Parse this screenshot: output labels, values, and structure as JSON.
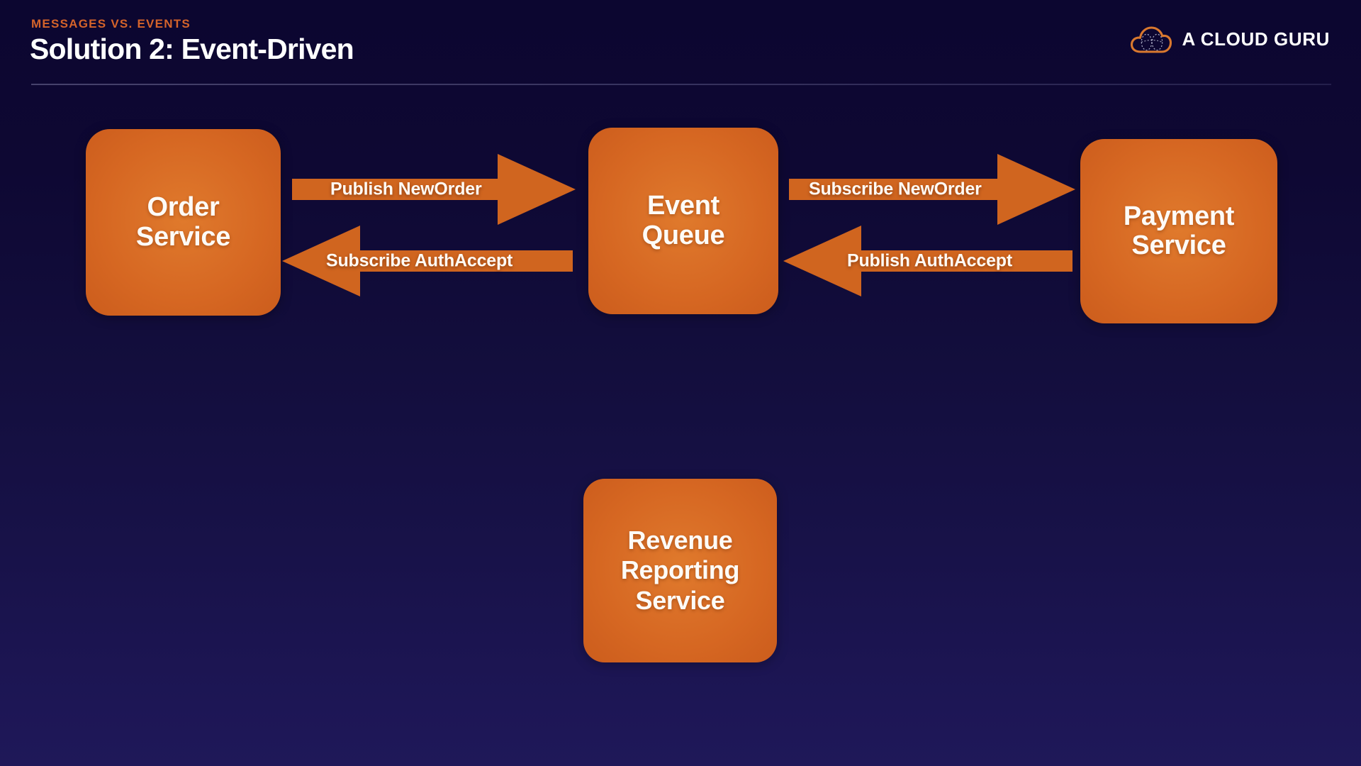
{
  "header": {
    "eyebrow": "MESSAGES VS. EVENTS",
    "title": "Solution 2: Event-Driven",
    "accent_color": "#d4632a",
    "title_color": "#ffffff",
    "rule_color": "#9694be"
  },
  "brand": {
    "name": "A CLOUD GURU",
    "icon": "cloud-icon",
    "icon_color": "#d9782e",
    "text_color": "#ffffff"
  },
  "diagram": {
    "node_fill": "#d66722",
    "node_text_color": "#fdfbf7",
    "arrow_color": "#d0651f",
    "nodes": [
      {
        "id": "order",
        "lines": [
          "Order",
          "Service"
        ]
      },
      {
        "id": "queue",
        "lines": [
          "Event",
          "Queue"
        ]
      },
      {
        "id": "payment",
        "lines": [
          "Payment",
          "Service"
        ]
      },
      {
        "id": "revenue",
        "lines": [
          "Revenue",
          "Reporting",
          "Service"
        ]
      }
    ],
    "arrows": [
      {
        "id": "publish-neworder",
        "label": "Publish NewOrder",
        "direction": "right",
        "from": "order",
        "to": "queue"
      },
      {
        "id": "subscribe-authaccept",
        "label": "Subscribe AuthAccept",
        "direction": "left",
        "from": "queue",
        "to": "order"
      },
      {
        "id": "subscribe-neworder",
        "label": "Subscribe  NewOrder",
        "direction": "right",
        "from": "queue",
        "to": "payment"
      },
      {
        "id": "publish-authaccept",
        "label": "Publish AuthAccept",
        "direction": "left",
        "from": "payment",
        "to": "queue"
      }
    ]
  }
}
